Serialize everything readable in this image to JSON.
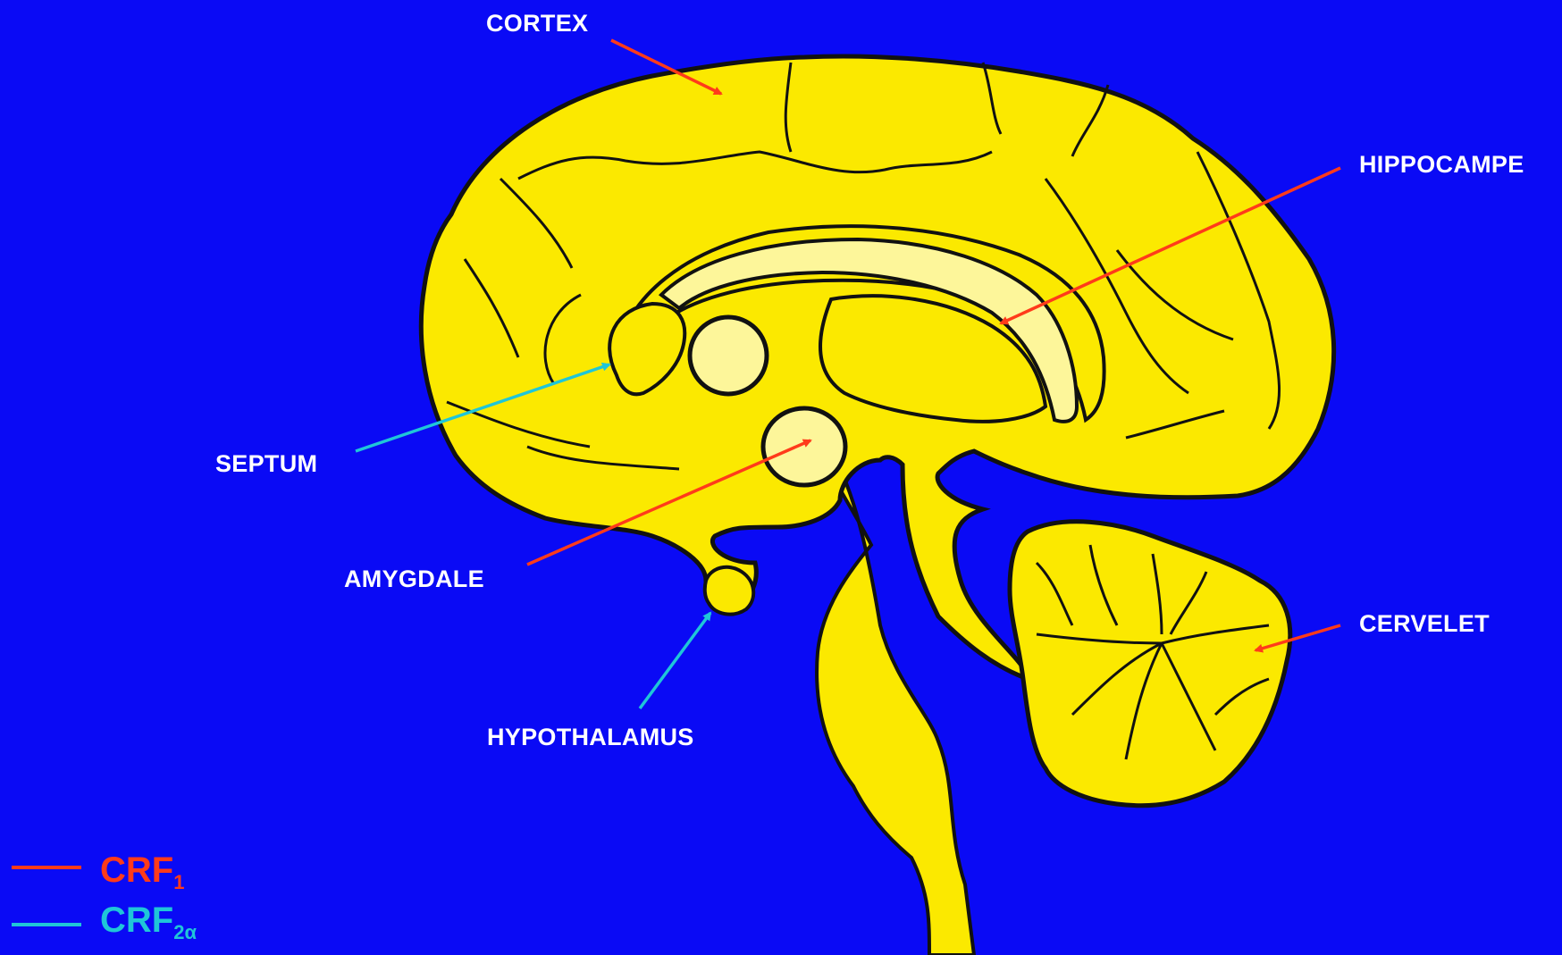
{
  "colors": {
    "background": "#0a0af5",
    "brain_fill": "#fbe900",
    "structure_fill": "#fdf69a",
    "outline": "#111111",
    "crf1": "#ff3b1a",
    "crf2a": "#1fc6d8"
  },
  "labels": {
    "cortex": "CORTEX",
    "hippocampe": "HIPPOCAMPE",
    "septum": "SEPTUM",
    "amygdale": "AMYGDALE",
    "hypothalamus": "HYPOTHALAMUS",
    "cervelet": "CERVELET"
  },
  "legend": {
    "crf1_main": "CRF",
    "crf1_sub": "1",
    "crf2a_main": "CRF",
    "crf2a_sub": "2α"
  }
}
